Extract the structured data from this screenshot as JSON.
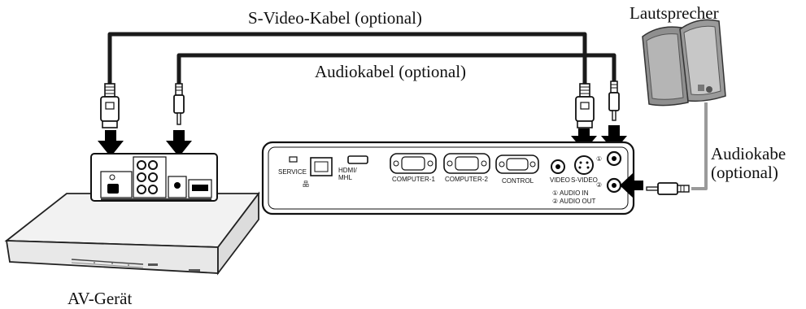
{
  "labels": {
    "svideo_cable": "S-Video-Kabel (optional)",
    "audio_cable": "Audiokabel (optional)",
    "speakers": "Lautsprecher",
    "audio_cable_right_line1": "Audiokabe",
    "audio_cable_right_line2": "(optional)",
    "av_device": "AV-Gerät"
  },
  "projector_ports": {
    "service": "SERVICE",
    "hdmi_line1": "HDMI/",
    "hdmi_line2": "MHL",
    "computer1": "COMPUTER-1",
    "computer2": "COMPUTER-2",
    "control": "CONTROL",
    "video": "VIDEO",
    "svideo": "S-VIDEO",
    "audio_in": "① AUDIO IN",
    "audio_out": "② AUDIO OUT",
    "num1": "①",
    "num2": "②"
  },
  "colors": {
    "cable": "#1a1a1a",
    "speaker_cable": "#9a9a9a",
    "arrow": "#000000"
  }
}
